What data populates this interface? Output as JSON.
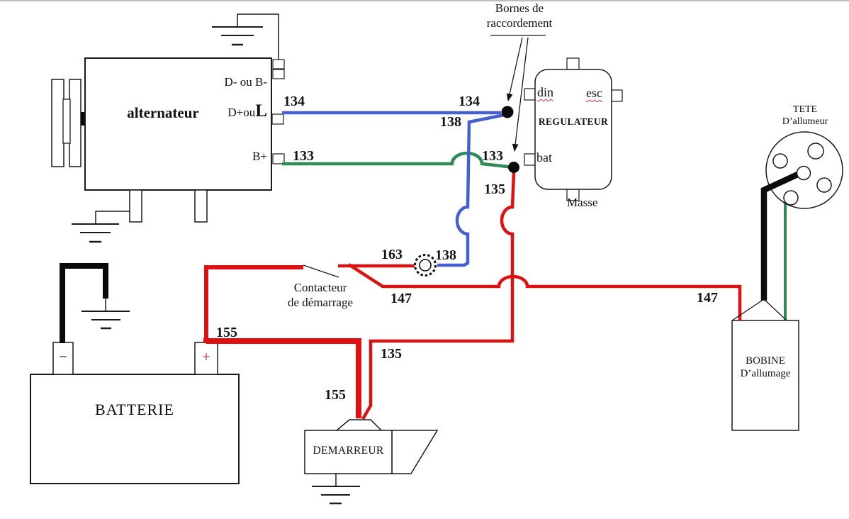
{
  "callout": {
    "line1": "Bornes de",
    "line2": "raccordement"
  },
  "alternator": {
    "label": "alternateur",
    "terminal_top": "D- ou B-",
    "terminal_mid_prefix": "D+ou ",
    "terminal_mid_main": "L",
    "terminal_bottom": "B+"
  },
  "regulator": {
    "label": "REGULATEUR",
    "din": "din",
    "esc": "esc",
    "bat": "bat",
    "masse": "Masse"
  },
  "battery": {
    "label": "BATTERIE",
    "minus": "−",
    "plus": "+"
  },
  "starter": {
    "label": "DEMARREUR"
  },
  "coil": {
    "line1": "BOBINE",
    "line2": "D’allumage"
  },
  "distributor": {
    "line1": "TETE",
    "line2": "D’allumeur"
  },
  "contactor": {
    "line1": "Contacteur",
    "line2": "de démarrage"
  },
  "wire_labels": [
    {
      "id": "134-left",
      "text": "134"
    },
    {
      "id": "134-right",
      "text": "134"
    },
    {
      "id": "133-left",
      "text": "133"
    },
    {
      "id": "133-right",
      "text": "133"
    },
    {
      "id": "138-top",
      "text": "138"
    },
    {
      "id": "138-bottom",
      "text": "138"
    },
    {
      "id": "135-top",
      "text": "135"
    },
    {
      "id": "135-bottom",
      "text": "135"
    },
    {
      "id": "163",
      "text": "163"
    },
    {
      "id": "147-left",
      "text": "147"
    },
    {
      "id": "147-right",
      "text": "147"
    },
    {
      "id": "155-left",
      "text": "155"
    },
    {
      "id": "155-bottom",
      "text": "155"
    }
  ],
  "colors": {
    "wire_red": "#dd1111",
    "wire_blue": "#4560d0",
    "wire_green": "#2e8b57",
    "wire_black": "#0a0a0a",
    "plus_sign_red": "#b03030",
    "spellcheck_squiggle": "#e03030"
  }
}
